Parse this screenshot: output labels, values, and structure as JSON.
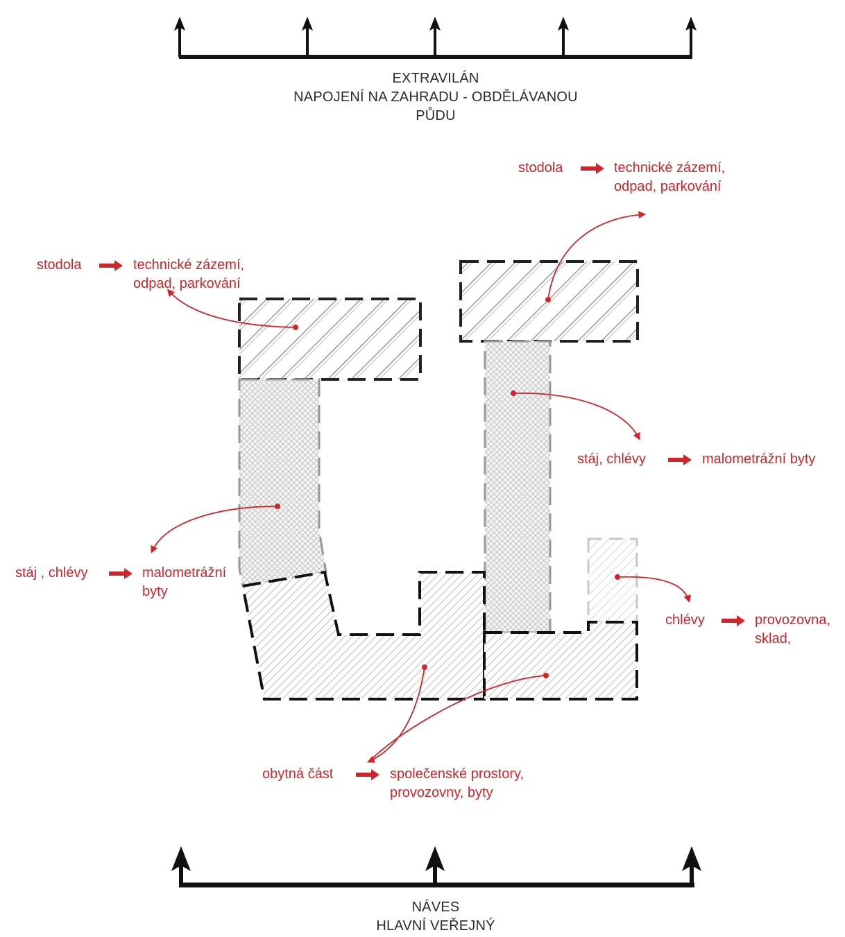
{
  "top_caption": [
    "EXTRAVILÁN",
    "NAPOJENÍ NA ZAHRADU - OBDĚLÁVANOU",
    "PŮDU"
  ],
  "bottom_caption": [
    "NÁVES",
    "HLAVNÍ VEŘEJNÝ"
  ],
  "annotations": {
    "stodola_left": {
      "from": "stodola",
      "to": [
        "technické zázemí,",
        "odpad, parkování"
      ]
    },
    "stodola_right": {
      "from": "stodola",
      "to": [
        "technické zázemí,",
        "odpad, parkování"
      ]
    },
    "staj_left": {
      "from": "stáj , chlévy",
      "to": [
        "malometrážní",
        "byty"
      ]
    },
    "staj_right": {
      "from": "stáj, chlévy",
      "to": [
        "malometrážní byty"
      ]
    },
    "chlevy": {
      "from": "chlévy",
      "to": [
        "provozovna,",
        "sklad,"
      ]
    },
    "obytna": {
      "from": "obytná část",
      "to": [
        "společenské prostory,",
        "provozovny, byty"
      ]
    }
  },
  "colors": {
    "accent_red": "#d0252b",
    "line_black": "#111111",
    "hatch_grey": "#9a9a9a"
  }
}
